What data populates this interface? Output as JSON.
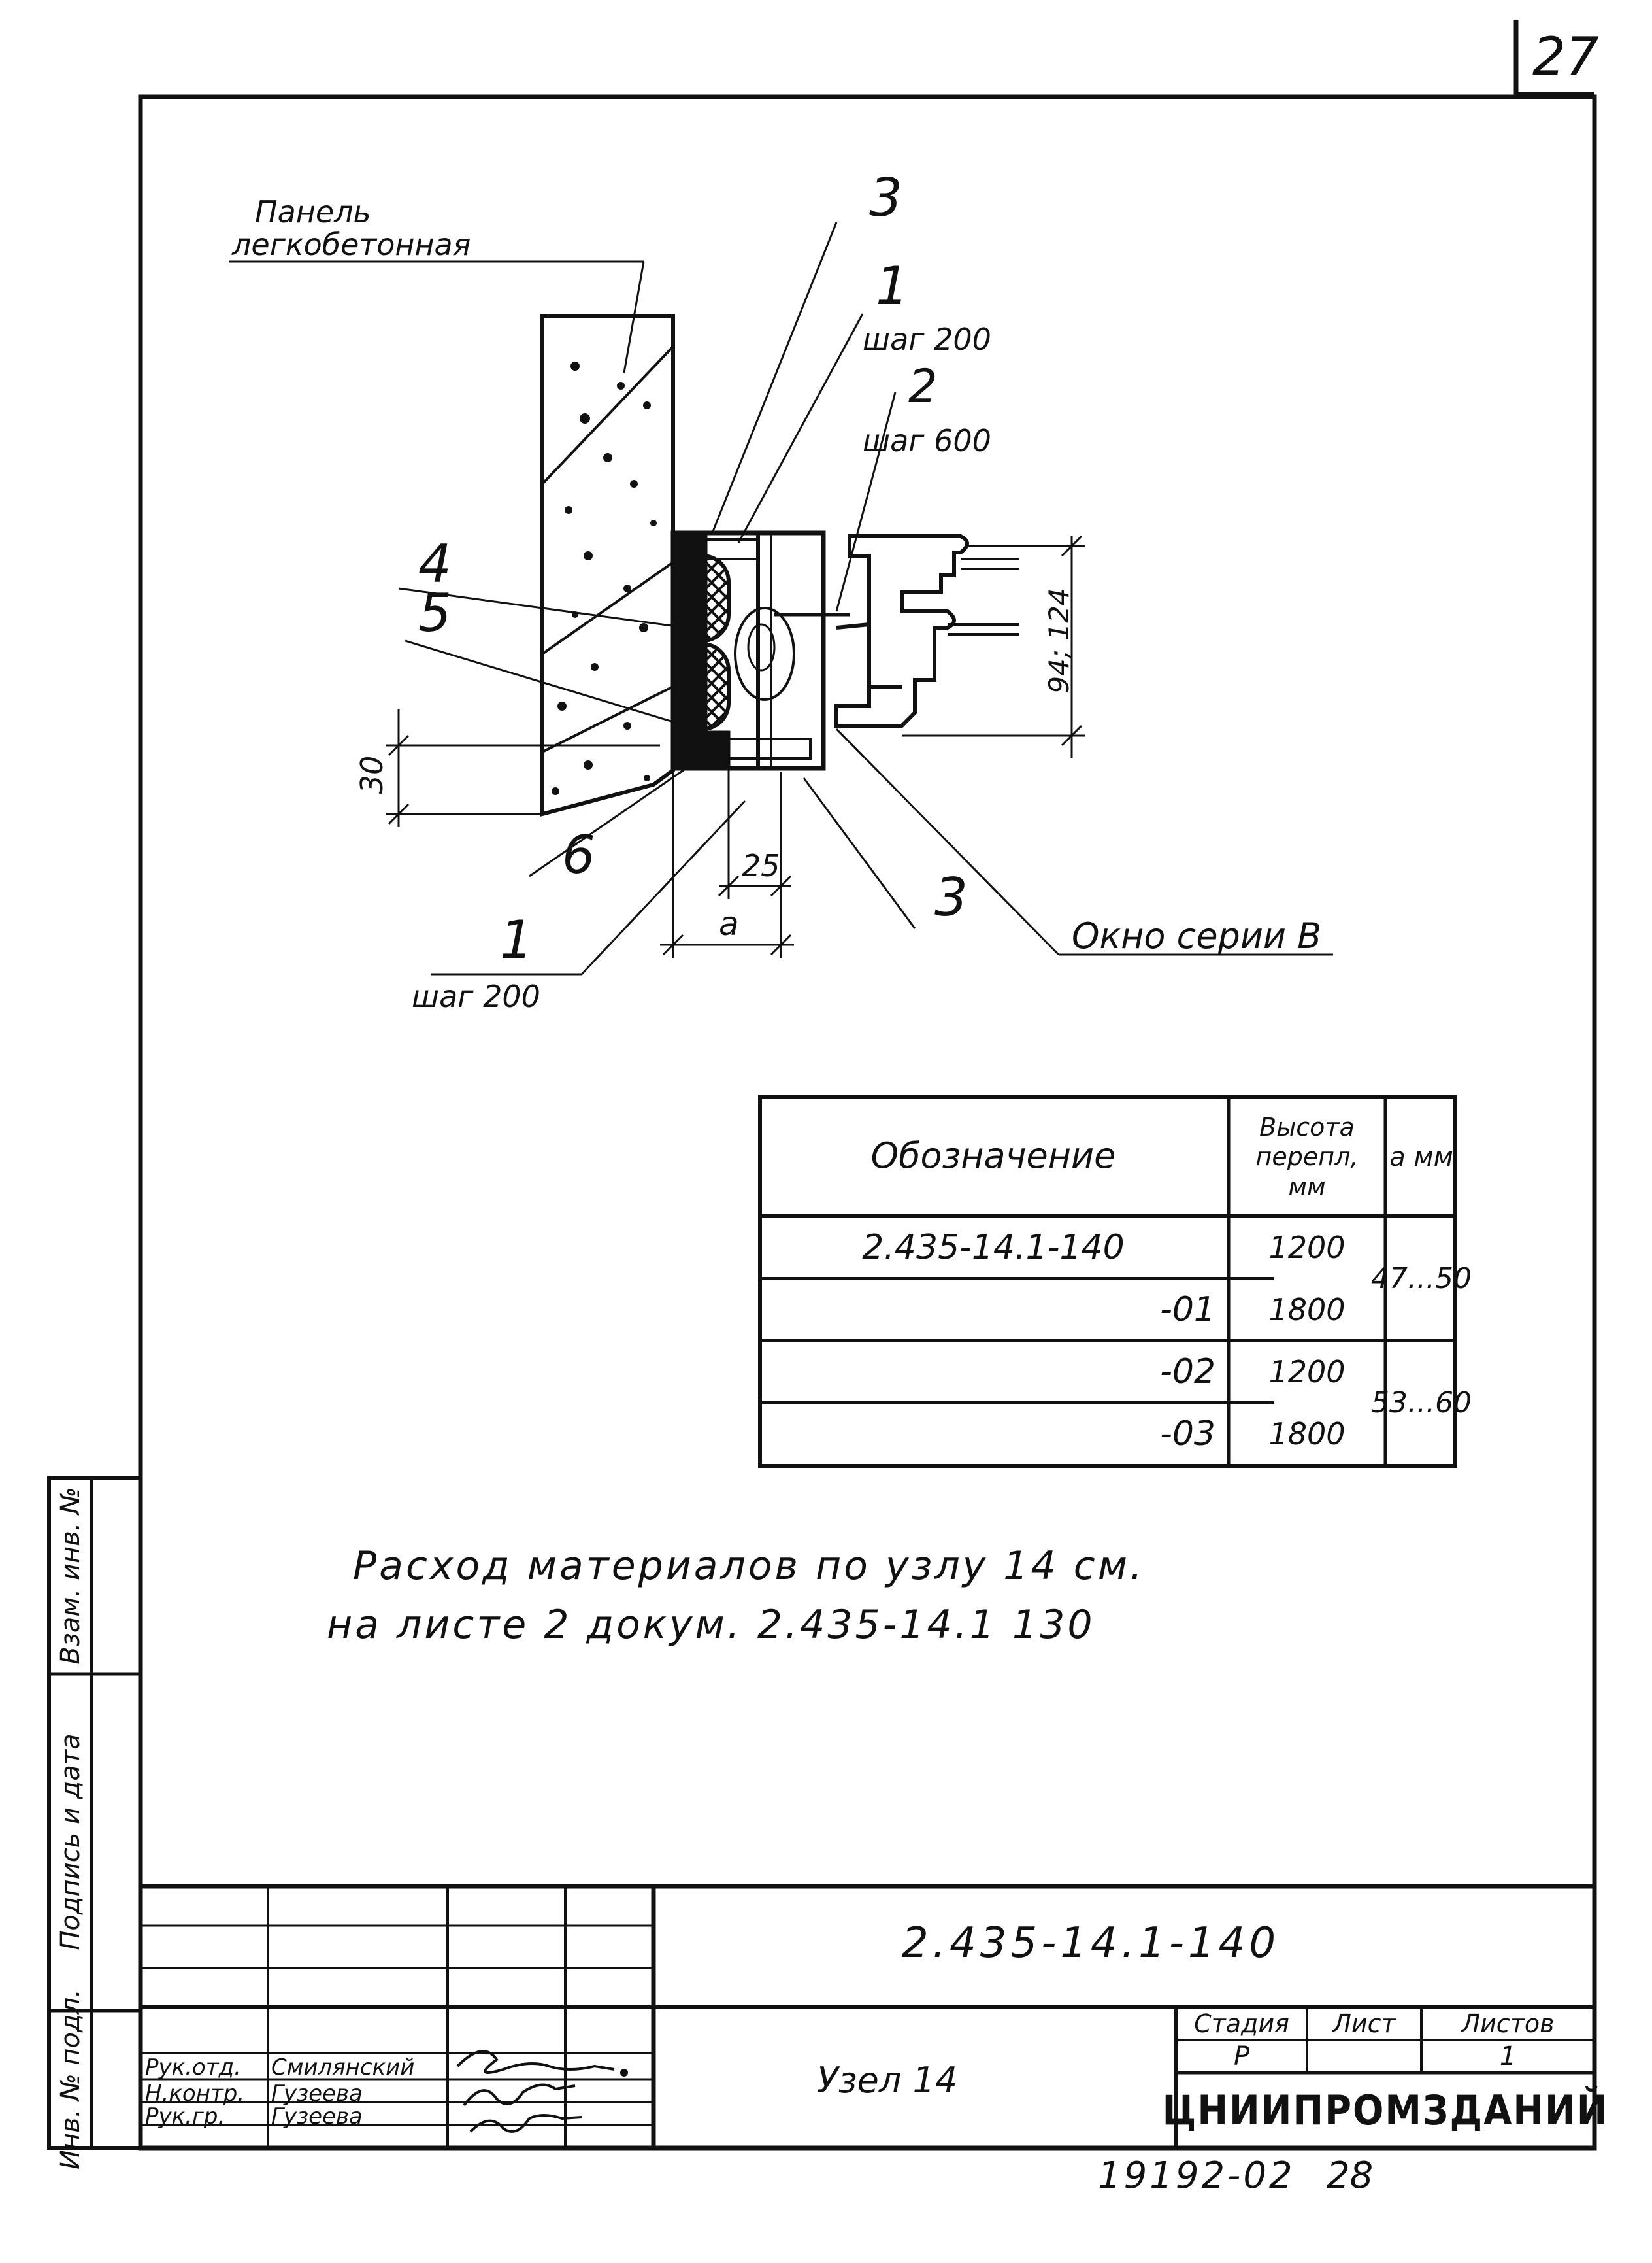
{
  "page_number": "27",
  "drawing": {
    "panel_label_line1": "Панель",
    "panel_label_line2": "легкобетонная",
    "callout_3_top": "3",
    "callout_1_top": "1",
    "step_1_top": "шаг 200",
    "callout_2": "2",
    "step_2": "шаг 600",
    "callout_4": "4",
    "callout_5": "5",
    "callout_6": "6",
    "callout_1_bottom": "1",
    "step_1_bottom": "шаг 200",
    "callout_3_bottom": "3",
    "dim_30": "30",
    "dim_25": "25",
    "dim_a": "a",
    "dim_height": "94; 124",
    "window_label": "Окно серии В"
  },
  "spec_table": {
    "headers": [
      "Обозначение",
      "Высота перепл, мм",
      "a мм"
    ],
    "rows": [
      {
        "code": "2.435-14.1-140",
        "height": "1200"
      },
      {
        "code": "-01",
        "height": "1800"
      },
      {
        "code": "-02",
        "height": "1200"
      },
      {
        "code": "-03",
        "height": "1800"
      }
    ],
    "a_values": [
      "47...50",
      "53...60"
    ]
  },
  "note": {
    "line1": "Расход материалов по узлу 14 см.",
    "line2": "на листе 2 докум. 2.435-14.1 130"
  },
  "side_stamp": {
    "cells": [
      "Взам. инв. №",
      "Подпись и дата",
      "Инв. № подл."
    ]
  },
  "title_block": {
    "doc_number": "2.435-14.1-140",
    "title": "Узел 14",
    "roles": [
      "Рук.отд.",
      "Н.контр.",
      "Рук.гр."
    ],
    "names": [
      "Смилянский",
      "Гузеева",
      "Гузеева"
    ],
    "stage_header": "Стадия",
    "sheet_header": "Лист",
    "sheets_header": "Листов",
    "stage_value": "Р",
    "sheet_value": "",
    "sheets_value": "1",
    "organization": "ЦНИИПРОМЗДАНИЙ"
  },
  "footer": {
    "archive_number": "19192-02",
    "archive_page": "28"
  }
}
